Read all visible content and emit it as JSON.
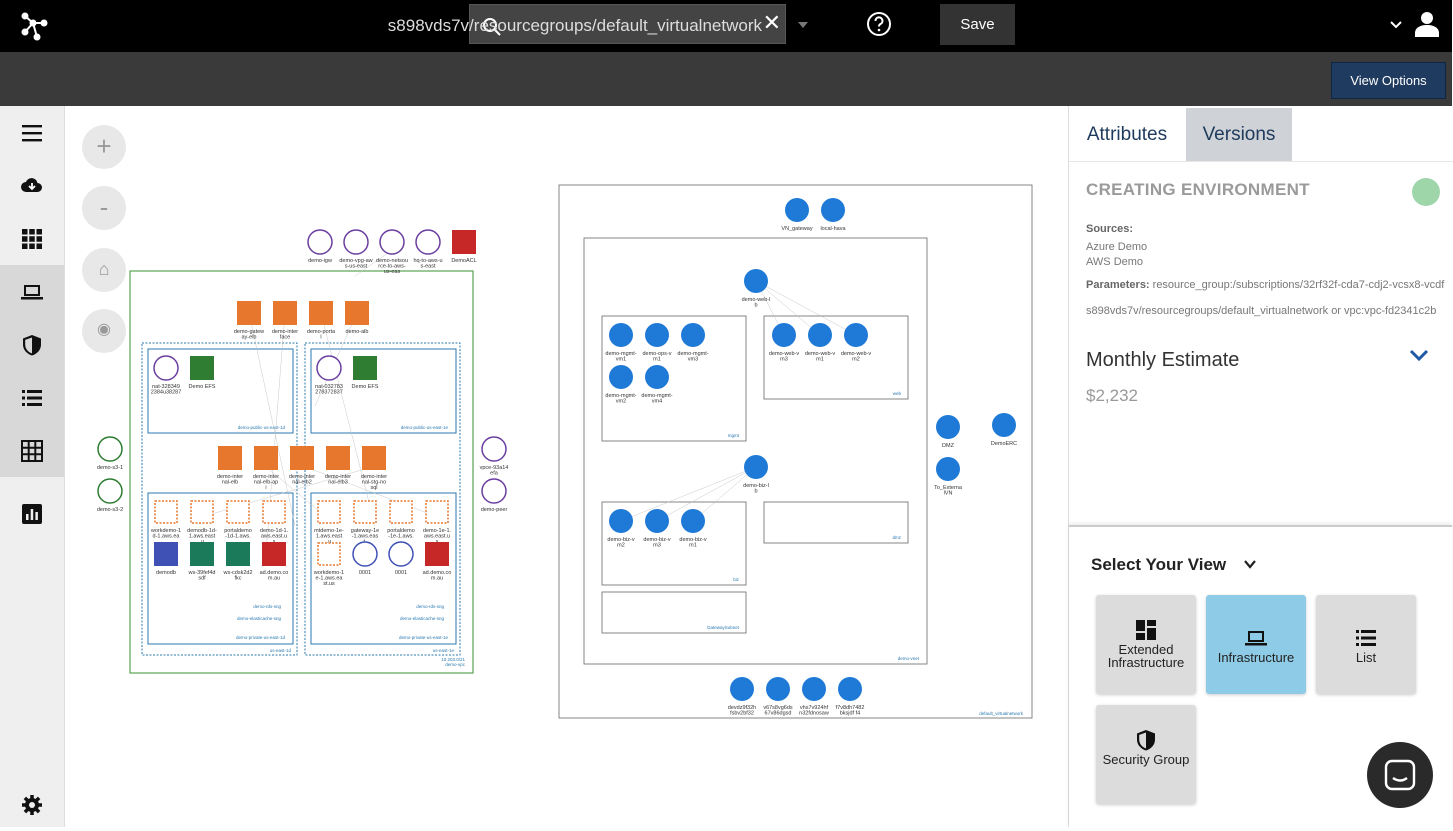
{
  "topbar": {
    "search_value": "s898vds7v/resourcegroups/default_virtualnetwork",
    "save_label": "Save",
    "view_options_label": "View Options"
  },
  "sidebar": {
    "items": [
      "menu-icon",
      "cloud-download-icon",
      "apps-grid-icon",
      "laptop-icon",
      "shield-icon",
      "list-icon",
      "table-icon",
      "chart-icon",
      "settings-icon"
    ]
  },
  "canvas": {
    "zoom_in": "+",
    "zoom_out": "-"
  },
  "aws": {
    "gateways": [
      "demo-igw",
      "demo-vpg-aws-us-east",
      "demo-netsource-to-aws-us-eas",
      "hq-to-aws-us-east",
      "DemoACL"
    ],
    "elbs_top": [
      "demo-gateway-elb",
      "demo-interface",
      "demo-portal",
      "demo-alb"
    ],
    "public_a": {
      "nat": "nat-3283492384u38287",
      "efs": "Demo EFS",
      "subnet": "demo-public-us-east-1d"
    },
    "public_b": {
      "nat": "nat-032783278372837",
      "efs": "Demo EFS",
      "subnet": "demo-public-us-east-1e"
    },
    "elbs_mid": [
      "demo-internal-elb",
      "demo-internal-elb-api",
      "demo-internal-elb2",
      "demo-internal-elb3",
      "demo-internal-stg-nosql"
    ],
    "private_a": {
      "instances": [
        "workdemo-1d-1.aws.ea",
        "demodb-1d-1.aws.east.u",
        "portaldemo-1d-1.aws.",
        "demo-1d-1.aws.east.us"
      ],
      "services": [
        "demodb",
        "ws-39fef4dsdf",
        "ws-cdsk2d2fkc",
        "ad.demo.com.au"
      ],
      "sng": [
        "demo-rds-sng",
        "demo-elasticache-sng"
      ],
      "subnet": "demo-private-us-east-1d",
      "az": "us-east-1d"
    },
    "private_b": {
      "instances": [
        "mtdemo-1e-1.aws.east.u",
        "gateway-1e-1.aws.east.",
        "portaldemo-1e-1.aws.",
        "demo-1e-1.aws.east.us"
      ],
      "services": [
        "workdemo-1e-1.aws.east.us",
        "0001",
        "0001",
        "ad.demo.com.au"
      ],
      "sng": [
        "demo-rds-sng",
        "demo-elasticache-sng"
      ],
      "subnet": "demo-private-us-east-1e",
      "az": "us-east-1e"
    },
    "s3": [
      "demo-s3-1",
      "demo-s3-2"
    ],
    "vpc_endpoints": [
      "vpce-93a14efa",
      "demo-peer"
    ],
    "vpc_name": "demo-vpc",
    "vpc_cidr": "10.203.0/21"
  },
  "azure": {
    "top": [
      "VN_gateway",
      "local-hava"
    ],
    "lbs": [
      "demo-web-lb",
      "demo-biz-lb"
    ],
    "mgmt_vms": [
      "demo-mgmt-vm1",
      "demo-ops-vm1",
      "demo-mgmt-vm3",
      "demo-mgmt-vm2",
      "demo-mgmt-vm4"
    ],
    "web_vms": [
      "demo-web-vm3",
      "demo-web-vm1",
      "demo-web-vm2"
    ],
    "biz_vms": [
      "demo-biz-vm2",
      "demo-biz-vm3",
      "demo-biz-vm1"
    ],
    "subnets": [
      "mgmt",
      "web",
      "biz",
      "dmz",
      "GatewaySubnet"
    ],
    "side": [
      "DMZ",
      "To_ExternalVN",
      "DemoERC"
    ],
    "storage": [
      "devdz9f32hfsbv2bf32",
      "v67s8vg6ds67v86dgsd",
      "vhs7v924hfn32fdnosaw",
      "f7v8dh7482bksjdf f4"
    ],
    "vnet_name": "demo-vnet",
    "network_label": "default_virtualnetwork"
  },
  "panel": {
    "tabs": [
      "Attributes",
      "Versions"
    ],
    "status": "CREATING ENVIRONMENT",
    "status_color": "#9fd6a9",
    "sources_label": "Sources:",
    "sources": [
      "Azure Demo",
      "AWS Demo"
    ],
    "parameters_label": "Parameters:",
    "parameters_value": "resource_group:/subscriptions/32rf32f-cda7-cdj2-vcsx8-vcdf",
    "parameters_value2": "s898vds7v/resourcegroups/default_virtualnetwork or vpc:vpc-fd2341c2b",
    "estimate_title": "Monthly Estimate",
    "estimate_value": "$2,232"
  },
  "view_selector": {
    "title": "Select Your View",
    "options": [
      "Extended Infrastructure",
      "Infrastructure",
      "List",
      "Security Group"
    ],
    "selected": "Infrastructure"
  },
  "colors": {
    "aws_orange": "#e8772e",
    "aws_purple": "#6b3fa0",
    "aws_green": "#2e7d32",
    "azure_blue": "#1e7ad6",
    "accent_selected": "#8ecbe6"
  }
}
